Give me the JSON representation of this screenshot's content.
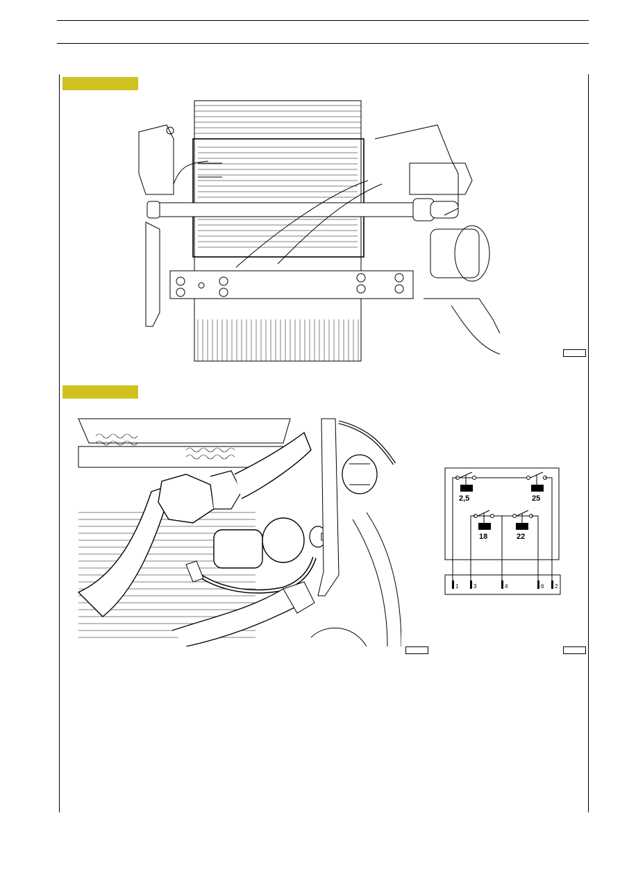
{
  "figures": [
    {
      "tag": "",
      "ref": ""
    },
    {
      "tag": "",
      "ref": ""
    },
    {
      "tag": "",
      "ref": ""
    }
  ],
  "schematic": {
    "switches": [
      {
        "label": "2,5"
      },
      {
        "label": "25"
      },
      {
        "label": "18"
      },
      {
        "label": "22"
      }
    ],
    "terminals": [
      "1",
      "3",
      "4",
      "6",
      "2"
    ]
  },
  "colors": {
    "tag_fill": "#cfc21e",
    "line": "#000000"
  }
}
